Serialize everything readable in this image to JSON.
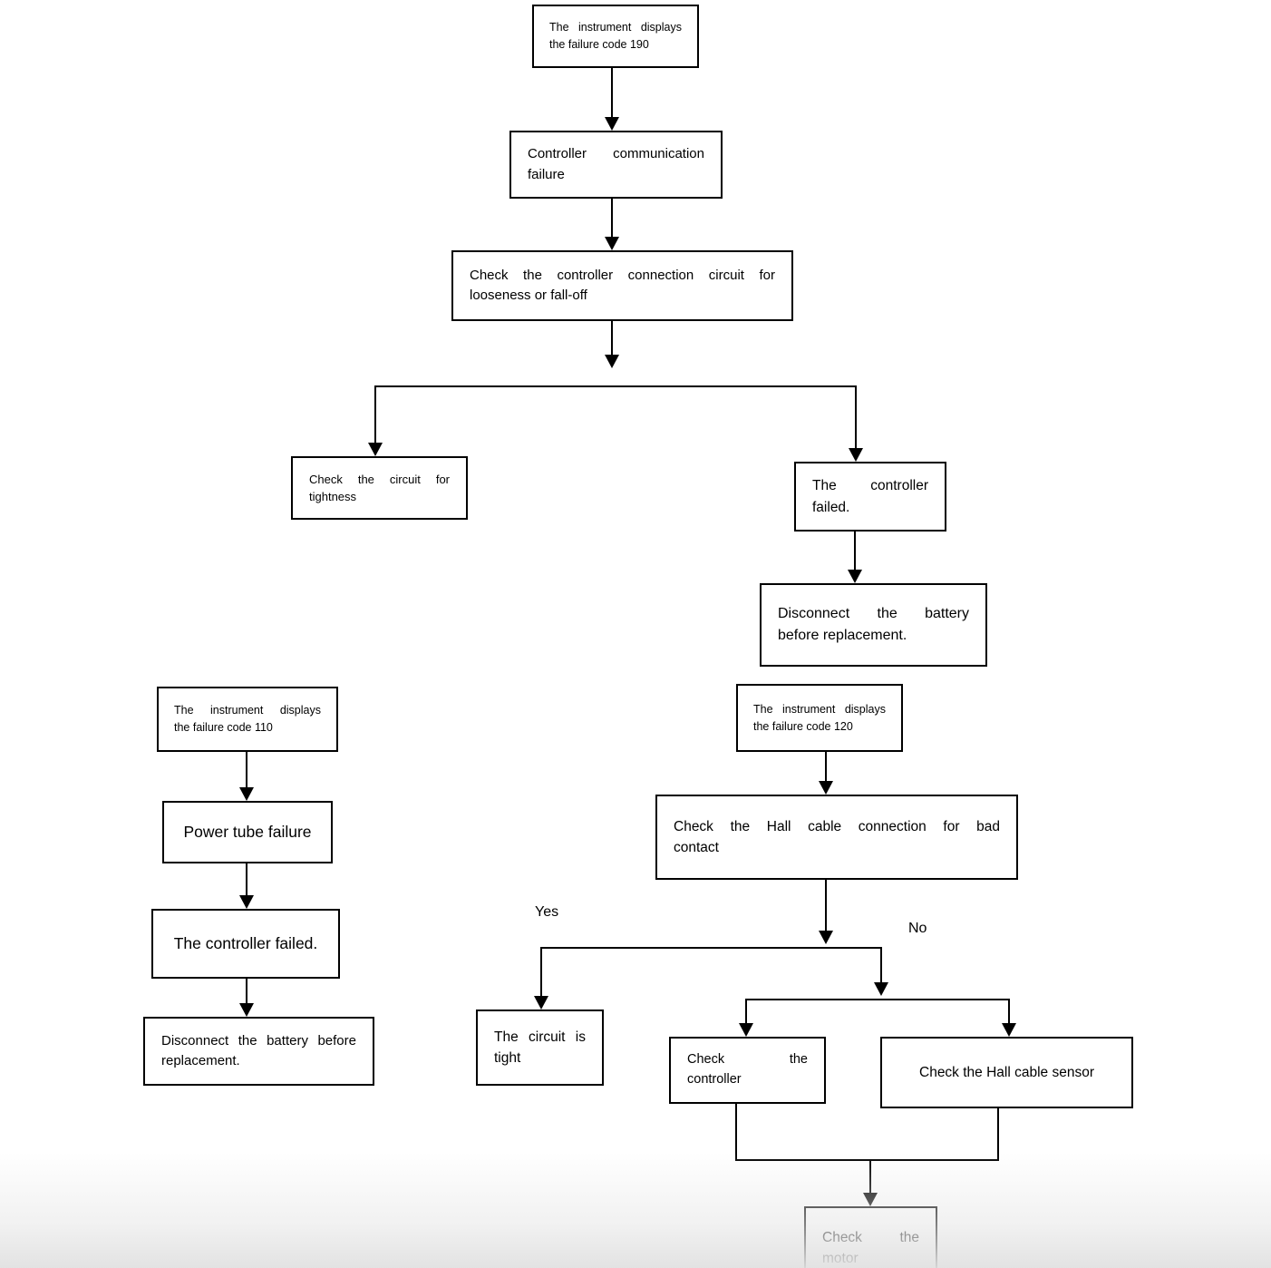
{
  "labels": {
    "yes": "Yes",
    "no": "No"
  },
  "nodes": {
    "code190": {
      "lines": [
        "The instrument displays",
        "the failure code 190"
      ]
    },
    "comm_failure": {
      "lines": [
        "Controller communication",
        "failure"
      ]
    },
    "check_connection": {
      "lines": [
        "Check the controller connection circuit for",
        "looseness or fall-off"
      ]
    },
    "circuit_tightness": {
      "lines": [
        "Check the circuit for",
        "tightness"
      ]
    },
    "controller_failed_190": {
      "lines": [
        "The controller",
        "failed."
      ]
    },
    "disconnect_190": {
      "lines": [
        "Disconnect the battery",
        "before replacement."
      ]
    },
    "code110": {
      "lines": [
        "The instrument displays",
        "the failure code 110"
      ]
    },
    "power_tube": {
      "text": "Power tube failure"
    },
    "controller_failed_110": {
      "text": "The controller failed."
    },
    "disconnect_110": {
      "lines": [
        "Disconnect the battery before",
        "replacement."
      ]
    },
    "code120": {
      "lines": [
        "The instrument displays",
        "the failure code 120"
      ]
    },
    "hall_connection": {
      "lines": [
        "Check the Hall cable connection for bad",
        "contact"
      ]
    },
    "circuit_tight": {
      "lines": [
        "The circuit is",
        "tight"
      ]
    },
    "check_controller": {
      "lines": [
        "Check the",
        "controller"
      ]
    },
    "check_hall_sensor": {
      "text": "Check the Hall cable sensor"
    },
    "check_motor": {
      "lines": [
        "Check the",
        "motor"
      ]
    }
  },
  "colors": {
    "line": "#000000",
    "background": "#ffffff",
    "page_fade": "#e7e7e7"
  }
}
